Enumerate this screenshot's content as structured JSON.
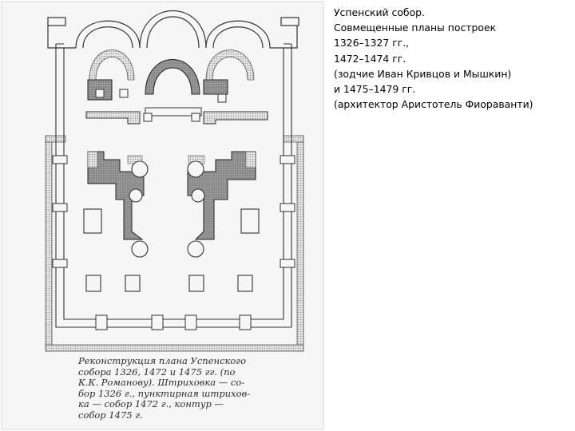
{
  "description": {
    "lines": [
      "Успенский собор.",
      "Совмещенные планы построек",
      "1326–1327 гг.,",
      "1472–1474 гг.",
      "(зодчие Иван Кривцов и Мышкин)",
      "и 1475–1479 гг.",
      "(архитектор Аристотель Фиораванти)"
    ]
  },
  "caption": {
    "lines": [
      "Реконструкция плана Успенского",
      "собора 1326, 1472 и 1475 гг. (по",
      "К.К. Романову). Штриховка — со-",
      "бор 1326 г., пунктирная штрихов-",
      "ка — собор 1472 г., контур —",
      "собор 1475 г."
    ]
  },
  "colors": {
    "hatch": "#8c8c8c",
    "dotted": "#b4b4b4",
    "ink": "#333333",
    "paper": "#f7f7f7"
  }
}
